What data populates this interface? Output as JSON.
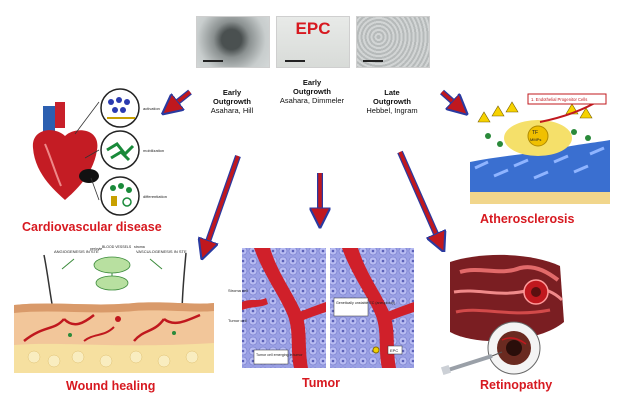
{
  "title": "EPC",
  "micrographs": [
    {
      "line1": "Early",
      "line2": "Outgrowth",
      "authors": "Asahara, Hill"
    },
    {
      "line1": "Early",
      "line2": "Outgrowth",
      "authors": "Asahara, Dimmeler"
    },
    {
      "line1": "Late",
      "line2": "Outgrowth",
      "authors": "Hebbel, Ingram"
    }
  ],
  "labels": {
    "cardio": "Cardiovascular disease",
    "athero": "Atherosclerosis",
    "wound": "Wound healing",
    "tumor": "Tumor",
    "retino": "Retinopathy"
  },
  "colors": {
    "accent_red": "#d71920",
    "arrow_red": "#c0181e",
    "arrow_blue": "#2a3aa0"
  },
  "inset_text": {
    "athero_box": "1. Endothelial Progenitor Cells",
    "athero_tf": "TF",
    "athero_mmps": "MMPs",
    "cardio_1": "activation",
    "cardio_2": "mobilization",
    "cardio_3": "differentiation",
    "wound_angio": "ANGIOGENESIS IN STE",
    "wound_vasculo": "VASCULOGENESIS IN STE",
    "wound_vessels": "BLOOD VESSELS",
    "wound_pericyte": "pericyte",
    "wound_stroma": "stroma",
    "tumor_stroma": "Stroma cell",
    "tumor_cell": "Tumor cell",
    "tumor_emerging": "Tumor cell emerging in tumor",
    "tumor_genetic": "Genetically unstable EC (aneuploidy)",
    "tumor_epc": "EPC"
  }
}
